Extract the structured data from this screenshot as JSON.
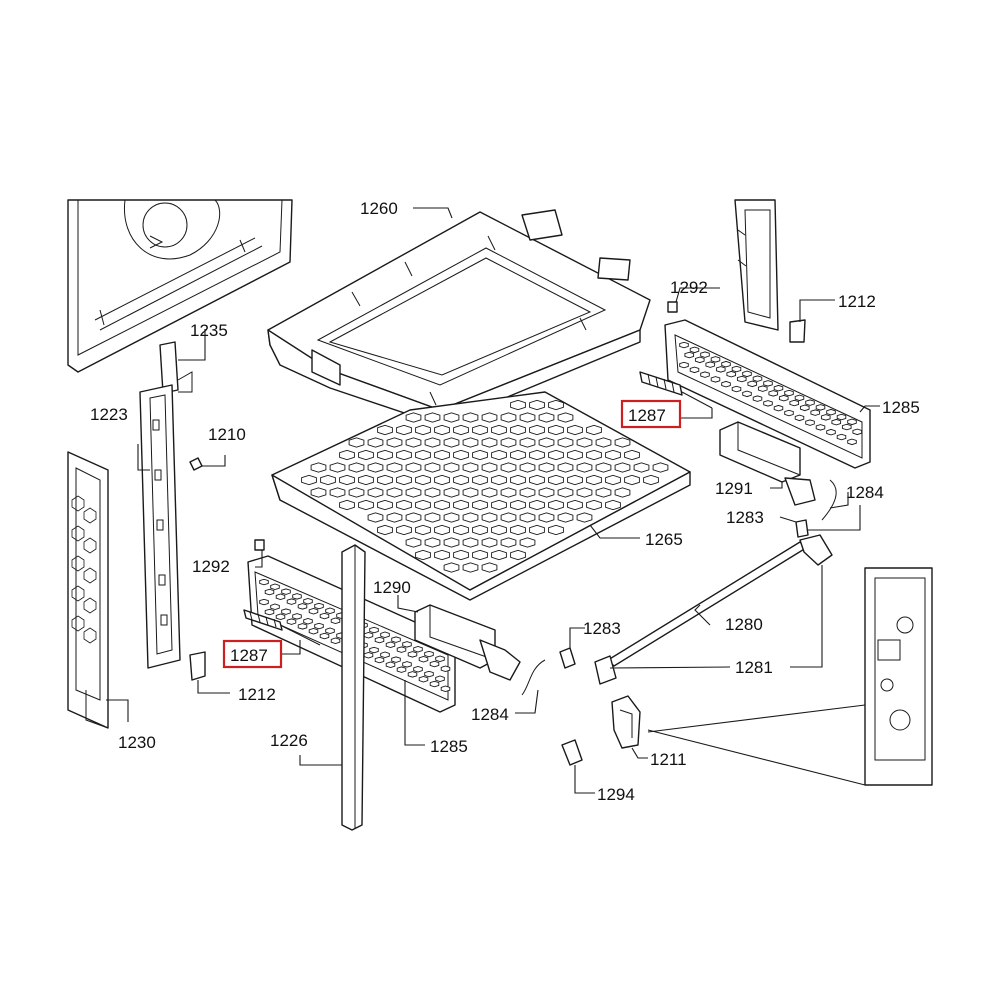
{
  "colors": {
    "line": "#1a1a1a",
    "highlight": "#cc1f1f",
    "background": "#ffffff"
  },
  "parts": {
    "p1260": "1260",
    "p1235": "1235",
    "p1223": "1223",
    "p1210": "1210",
    "p1292a": "1292",
    "p1292b": "1292",
    "p1287a": "1287",
    "p1287b": "1287",
    "p1212a": "1212",
    "p1212b": "1212",
    "p1230": "1230",
    "p1226": "1226",
    "p1285a": "1285",
    "p1285b": "1285",
    "p1290": "1290",
    "p1265": "1265",
    "p1291": "1291",
    "p1284a": "1284",
    "p1284b": "1284",
    "p1283a": "1283",
    "p1283b": "1283",
    "p1280": "1280",
    "p1281": "1281",
    "p1211": "1211",
    "p1294": "1294"
  },
  "highlighted_part": "1287"
}
